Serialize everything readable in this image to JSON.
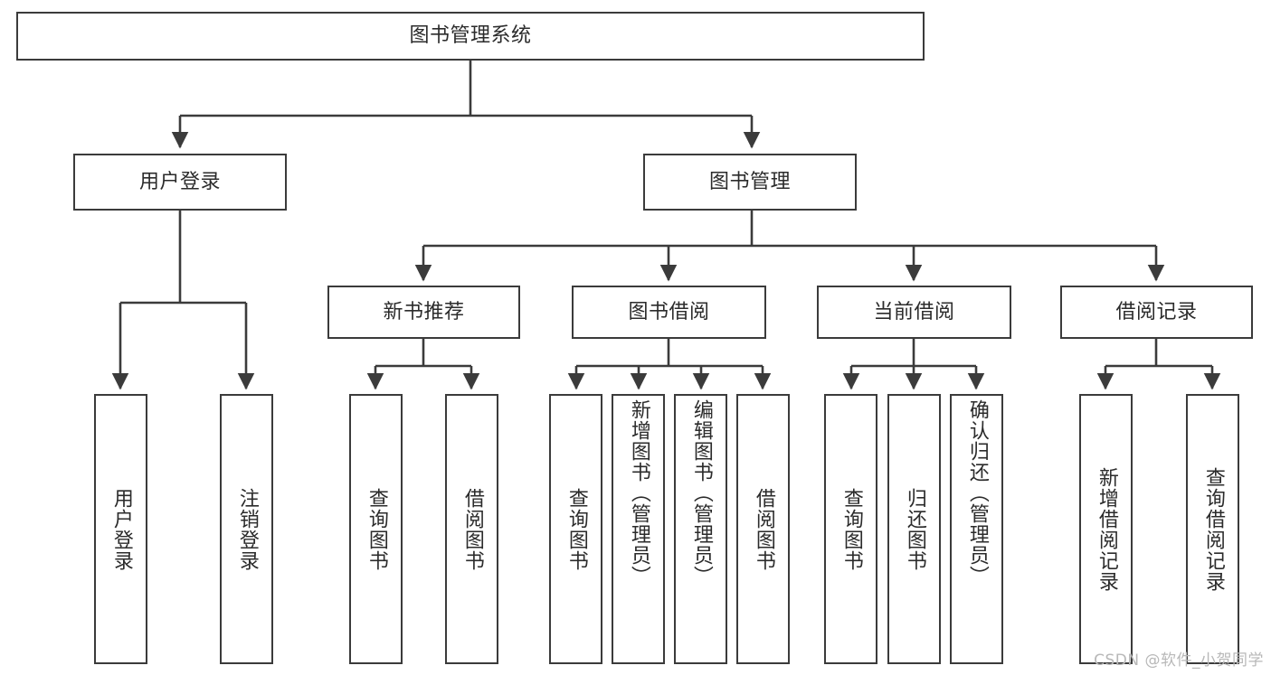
{
  "diagram": {
    "title": "图书管理系统",
    "type": "tree-hierarchy",
    "stroke_color": "#3b3b3b",
    "fill_color": "#ffffff",
    "text_color": "#2b2b2b",
    "root": {
      "label": "图书管理系统"
    },
    "level2": [
      {
        "label": "用户登录"
      },
      {
        "label": "图书管理"
      }
    ],
    "level3": [
      {
        "label": "新书推荐"
      },
      {
        "label": "图书借阅"
      },
      {
        "label": "当前借阅"
      },
      {
        "label": "借阅记录"
      }
    ],
    "leaves": {
      "user_login": [
        {
          "label": "用户登录"
        },
        {
          "label": "注销登录"
        }
      ],
      "new_book": [
        {
          "label": "查询图书"
        },
        {
          "label": "借阅图书"
        }
      ],
      "book_borrow": [
        {
          "label": "查询图书"
        },
        {
          "label": "新增图书（管理员）"
        },
        {
          "label": "编辑图书（管理员）"
        },
        {
          "label": "借阅图书"
        }
      ],
      "current_borrow": [
        {
          "label": "查询图书"
        },
        {
          "label": "归还图书"
        },
        {
          "label": "确认归还（管理员）"
        }
      ],
      "borrow_record": [
        {
          "label": "新增借阅记录"
        },
        {
          "label": "查询借阅记录"
        }
      ]
    }
  },
  "watermark": {
    "text": "CSDN @软件_小贺同学"
  }
}
